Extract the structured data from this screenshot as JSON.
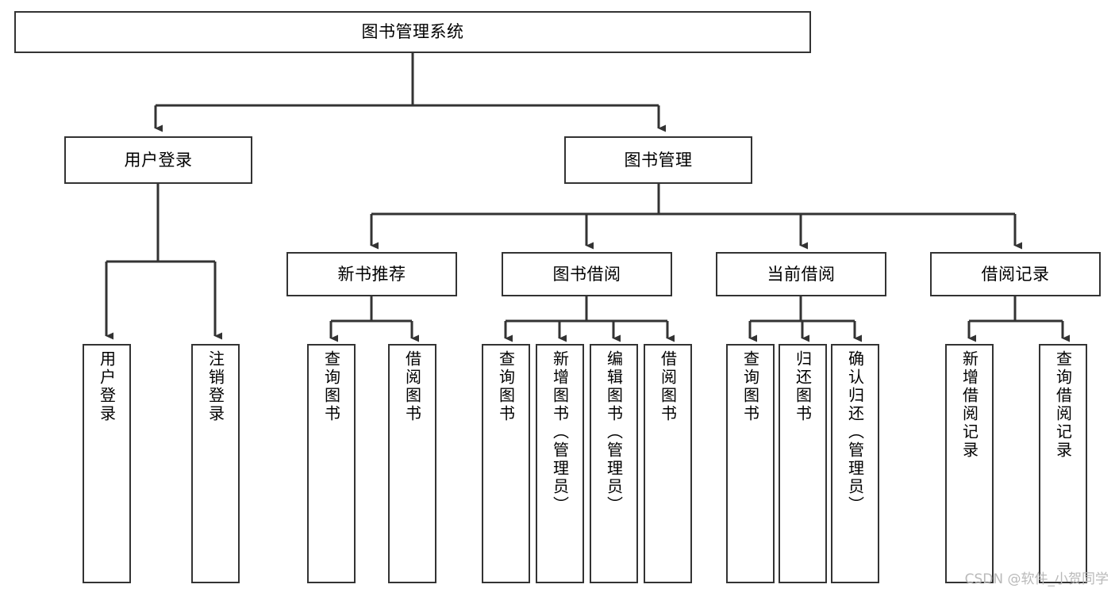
{
  "diagram": {
    "title": "图书管理系统",
    "type": "tree",
    "watermark": "CSDN @软件_小贺同学",
    "colors": {
      "background": "#ffffff",
      "border": "#333333",
      "text": "#000000",
      "edge": "#333333",
      "watermark": "#b9b9b9"
    },
    "nodes": {
      "root": {
        "label": "图书管理系统"
      },
      "level2": [
        {
          "id": "user-login",
          "label": "用户登录"
        },
        {
          "id": "book-manage",
          "label": "图书管理"
        }
      ],
      "level3": [
        {
          "id": "new-book-recommend",
          "label": "新书推荐"
        },
        {
          "id": "book-borrow",
          "label": "图书借阅"
        },
        {
          "id": "current-borrow",
          "label": "当前借阅"
        },
        {
          "id": "borrow-record",
          "label": "借阅记录"
        }
      ],
      "leaves": [
        {
          "id": "leaf-user-login",
          "label": "用户登录",
          "parent": "user-login"
        },
        {
          "id": "leaf-logout-login",
          "label": "注销登录",
          "parent": "user-login"
        },
        {
          "id": "leaf-query-book-1",
          "label": "查询图书",
          "parent": "new-book-recommend"
        },
        {
          "id": "leaf-borrow-book-1",
          "label": "借阅图书",
          "parent": "new-book-recommend"
        },
        {
          "id": "leaf-query-book-2",
          "label": "查询图书",
          "parent": "book-borrow"
        },
        {
          "id": "leaf-add-book",
          "label": "新增图书（管理员）",
          "parent": "book-borrow"
        },
        {
          "id": "leaf-edit-book",
          "label": "编辑图书（管理员）",
          "parent": "book-borrow"
        },
        {
          "id": "leaf-borrow-book-2",
          "label": "借阅图书",
          "parent": "book-borrow"
        },
        {
          "id": "leaf-query-book-3",
          "label": "查询图书",
          "parent": "current-borrow"
        },
        {
          "id": "leaf-return-book",
          "label": "归还图书",
          "parent": "current-borrow"
        },
        {
          "id": "leaf-confirm-return",
          "label": "确认归还（管理员）",
          "parent": "current-borrow"
        },
        {
          "id": "leaf-add-record",
          "label": "新增借阅记录",
          "parent": "borrow-record"
        },
        {
          "id": "leaf-query-record",
          "label": "查询借阅记录",
          "parent": "borrow-record"
        }
      ]
    }
  }
}
